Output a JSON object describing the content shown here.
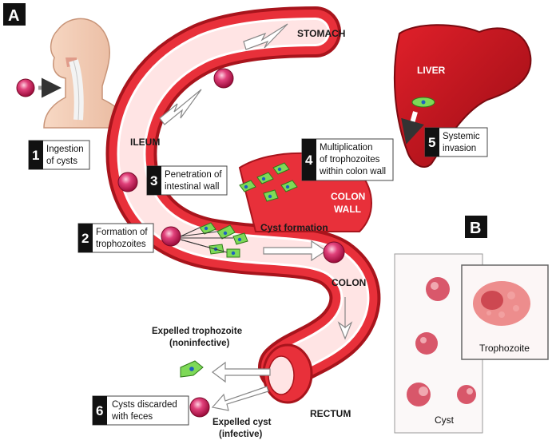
{
  "panels": {
    "a": "A",
    "b": "B"
  },
  "organs": {
    "stomach": "STOMACH",
    "ileum": "ILEUM",
    "liver": "LIVER",
    "colon_wall": [
      "COLON",
      "WALL"
    ],
    "colon": "COLON",
    "rectum": "RECTUM"
  },
  "steps": [
    {
      "num": "1",
      "lines": [
        "Ingestion",
        "of cysts"
      ]
    },
    {
      "num": "2",
      "lines": [
        "Formation of",
        "trophozoites"
      ]
    },
    {
      "num": "3",
      "lines": [
        "Penetration of",
        "intestinal wall"
      ]
    },
    {
      "num": "4",
      "lines": [
        "Multiplication",
        "of trophozoites",
        "within colon wall"
      ]
    },
    {
      "num": "5",
      "lines": [
        "Systemic",
        "invasion"
      ]
    },
    {
      "num": "6",
      "lines": [
        "Cysts discarded",
        "with feces"
      ]
    }
  ],
  "annotations": {
    "cyst_formation": "Cyst formation",
    "expelled_trophozoite": [
      "Expelled trophozoite",
      "(noninfective)"
    ],
    "expelled_cyst": [
      "Expelled cyst",
      "(infective)"
    ]
  },
  "micrographs": {
    "trophozoite": "Trophozoite",
    "cyst": "Cyst"
  },
  "colors": {
    "gut": "#e8303a",
    "gut_dark": "#a8141c",
    "cyst": "#d81b60",
    "trophozoite": "#7ed957",
    "box": "#ffffff"
  }
}
